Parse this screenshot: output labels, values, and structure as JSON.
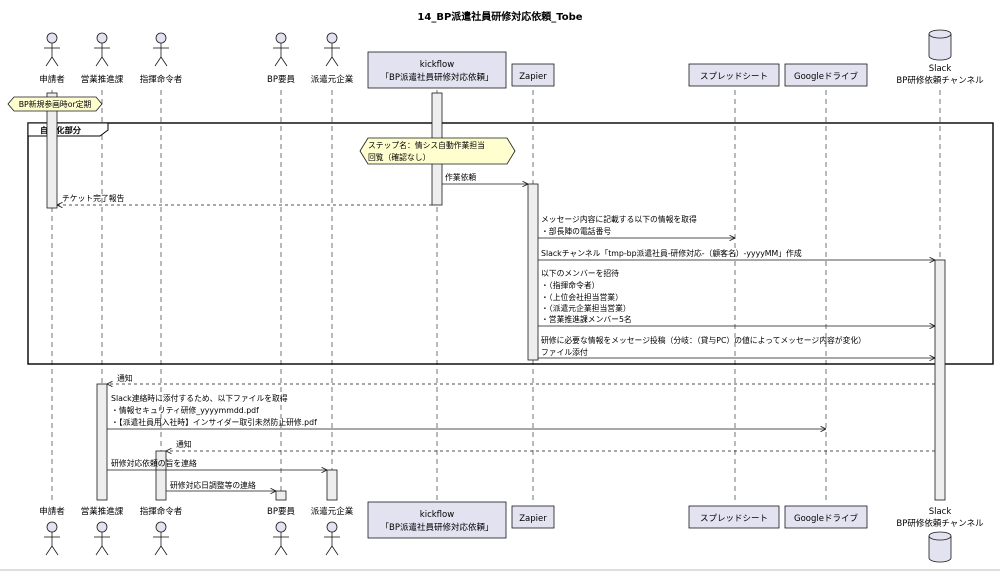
{
  "title": "14_BP派遣社員研修対応依頼_Tobe",
  "colors": {
    "line": "#181818",
    "participant_fill": "#e2e2f0",
    "note_fill": "#fefece",
    "activation_fill": "#eeeeee"
  },
  "participants": [
    {
      "id": "p1",
      "kind": "actor",
      "label": "申請者"
    },
    {
      "id": "p2",
      "kind": "actor",
      "label": "営業推進課"
    },
    {
      "id": "p3",
      "kind": "actor",
      "label": "指揮命令者"
    },
    {
      "id": "p4",
      "kind": "actor",
      "label": "BP要員"
    },
    {
      "id": "p5",
      "kind": "actor",
      "label": "派遣元企業"
    },
    {
      "id": "p6",
      "kind": "box",
      "lines": [
        "kickflow",
        "「BP派遣社員研修対応依頼」"
      ]
    },
    {
      "id": "p7",
      "kind": "box",
      "lines": [
        "Zapier"
      ]
    },
    {
      "id": "p8",
      "kind": "box",
      "lines": [
        "スプレッドシート"
      ]
    },
    {
      "id": "p9",
      "kind": "box",
      "lines": [
        "Googleドライブ"
      ]
    },
    {
      "id": "p10",
      "kind": "database",
      "lines": [
        "Slack",
        "BP研修依頼チャンネル"
      ]
    }
  ],
  "hex_note": "BP新規参画時or定期",
  "group": {
    "label": "自動化部分"
  },
  "step_note": [
    "ステップ名：情シス自動作業担当",
    "回覧（確認なし）"
  ],
  "messages": [
    {
      "id": "m1",
      "lines": [
        "作業依頼"
      ]
    },
    {
      "id": "m2",
      "lines": [
        "チケット完了報告"
      ]
    },
    {
      "id": "m3",
      "lines": [
        "メッセージ内容に記載する以下の情報を取得",
        "・部長陣の電話番号"
      ]
    },
    {
      "id": "m4",
      "lines": [
        "Slackチャンネル「tmp-bp派遣社員-研修対応-（顧客名）-yyyyMM」作成"
      ]
    },
    {
      "id": "m5",
      "lines": [
        "以下のメンバーを招待",
        "・（指揮命令者）",
        "・（上位会社担当営業）",
        "・（派遣元企業担当営業）",
        "・営業推進課メンバー5名"
      ]
    },
    {
      "id": "m6",
      "lines": [
        "研修に必要な情報をメッセージ投稿（分岐：（貸与PC）の値によってメッセージ内容が変化）",
        "ファイル添付"
      ]
    },
    {
      "id": "m7",
      "lines": [
        "通知"
      ]
    },
    {
      "id": "m8",
      "lines": [
        "Slack連絡時に添付するため、以下ファイルを取得",
        "・情報セキュリティ研修_yyyymmdd.pdf",
        "・【派遣社員用入社時】インサイダー取引未然防止研修.pdf"
      ]
    },
    {
      "id": "m9",
      "lines": [
        "通知"
      ]
    },
    {
      "id": "m10",
      "lines": [
        "研修対応依頼の旨を連絡"
      ]
    },
    {
      "id": "m11",
      "lines": [
        "研修対応日調整等の連絡"
      ]
    }
  ]
}
